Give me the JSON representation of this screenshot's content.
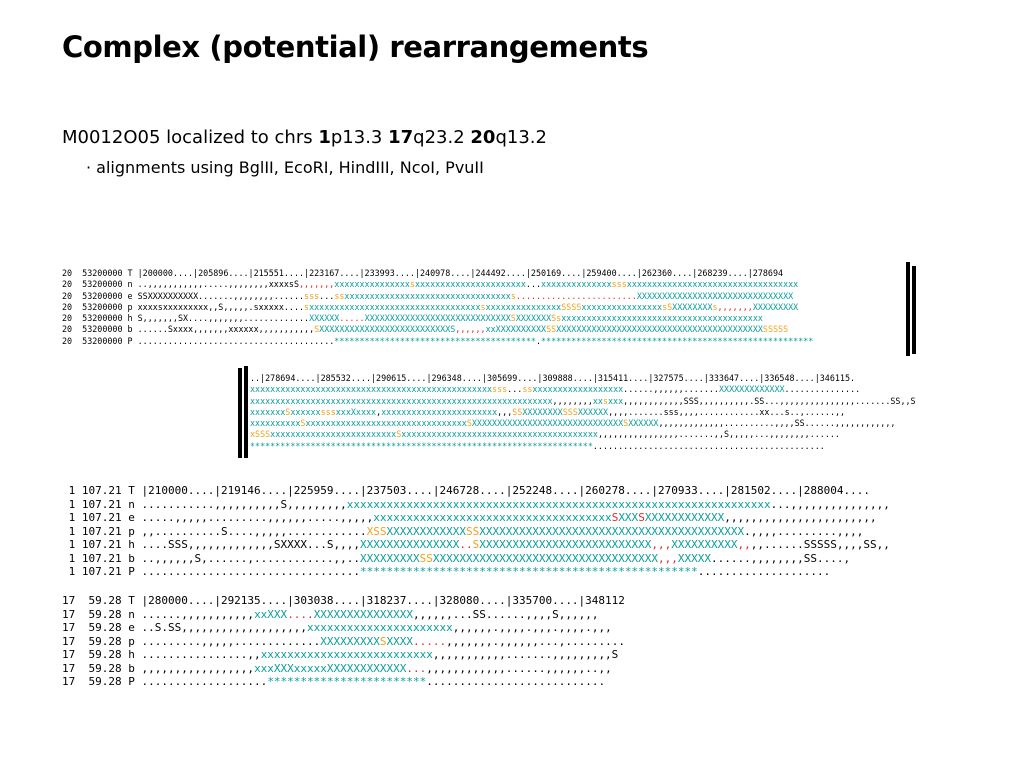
{
  "slide": {
    "title": "Complex (potential) rearrangements",
    "subtitle": {
      "prefix": "M0012O05 localized to chrs ",
      "chr1_num": "1",
      "chr1_band": "p13.3 ",
      "chr2_num": "17",
      "chr2_band": "q23.2 ",
      "chr3_num": "20",
      "chr3_band": "q13.2"
    },
    "bullet": "· alignments using BglII, EcoRI, HindIII, NcoI, PvuII"
  },
  "colors": {
    "match": "#0b9c9c",
    "partial": "#f0a21a",
    "conflict": "#e02a2a",
    "text": "#000000"
  },
  "blocks": {
    "chr20_left": [
      [
        [
          "20  53200000 T |200000....|205896....|215551....|223167....|233993....|240978....|244492....|250169....|259400....|262360....|268239....|278694",
          ""
        ]
      ],
      [
        [
          "20  53200000 n ..,,,,,,,,,,,.....,,,,,,,,xxxxsS",
          ""
        ],
        [
          ",,,,,,,",
          "r"
        ],
        [
          "xxxxxxxxxxxxxxx",
          "t"
        ],
        [
          "s",
          "o"
        ],
        [
          "xxxxxxxxxxxxxxxxxxxxxx",
          "t"
        ],
        [
          "...",
          ""
        ],
        [
          "xxxxxxxxxxxxxx",
          "t"
        ],
        [
          "sss",
          "o"
        ],
        [
          "xxxxxxxxxxxxxxxxxxxxxxxxxxxxxxxxxx",
          "t"
        ]
      ],
      [
        [
          "20  53200000 e SSXXXXXXXXXX.......,,,,,,,,......",
          ""
        ],
        [
          "sss",
          "o"
        ],
        [
          "...",
          ""
        ],
        [
          "ss",
          "o"
        ],
        [
          "xxxxxxxxxxxxxxxxxxxxxxxxxxxxxxxxx",
          "t"
        ],
        [
          "s",
          "o"
        ],
        [
          "........................",
          "r"
        ],
        [
          "XXXXXXXXXXXXXXXXXXXXXXXXXXXXXXX",
          "t"
        ]
      ],
      [
        [
          "20  53200000 p xxxxsxxxxxxxxx,,S,,,,,.sxxxxx....",
          ""
        ],
        [
          "s",
          "o"
        ],
        [
          "xxxxxxxxxxxxxxxxxxxxxxxxxxxxxxxxxx",
          "t"
        ],
        [
          "s",
          "o"
        ],
        [
          "xxxxxxxxxxxxxxx",
          "t"
        ],
        [
          "SSSS",
          "o"
        ],
        [
          "xxxxxxxxxxxxxxxx",
          "t"
        ],
        [
          "sS",
          "o"
        ],
        [
          "XXXXXXXX",
          "t"
        ],
        [
          "s",
          "o"
        ],
        [
          ",,,,,,,",
          "r"
        ],
        [
          "XXXXXXXXX",
          "t"
        ]
      ],
      [
        [
          "20  53200000 h S,,,,,,,SX....,,,,,,,.............",
          ""
        ],
        [
          "XXXXXX",
          "t"
        ],
        [
          ".....",
          "r"
        ],
        [
          "XXXXXXXXXXXXXXXXXXXXXXXXXXXXX",
          "t"
        ],
        [
          "S",
          "o"
        ],
        [
          "XXXXXXX",
          "t"
        ],
        [
          "Ss",
          "o"
        ],
        [
          "xxxxxxxxxxxxxxxxxxxxxxxxxxxxxxxxxxxxxxxx",
          "t"
        ]
      ],
      [
        [
          "20  53200000 b ......Sxxxx,,,,,,,xxxxxx,,,,,,,,,,,",
          ""
        ],
        [
          "S",
          "o"
        ],
        [
          "XXXXXXXXXXXXXXXXXXXXXXXXXXS",
          "t"
        ],
        [
          ",,,,,,",
          "r"
        ],
        [
          "xxXXXXXXXXXX",
          "t"
        ],
        [
          "SS",
          "o"
        ],
        [
          "XXXXXXXXXXXXXXXXXXXXXXXXXXXXXXXXXXXXXXXXX",
          "t"
        ],
        [
          "SSSSS",
          "o"
        ]
      ],
      [
        [
          "20  53200000 P .......................................",
          ""
        ],
        [
          "****************************************",
          "t"
        ],
        [
          ".",
          ""
        ],
        [
          "******************************************************",
          "t"
        ]
      ]
    ],
    "chr20_right": [
      [
        [
          "..|278694....|285532....|290615....|296348....|305699....|309888....|315411....|327575....|333647....|336548....|346115.",
          ""
        ]
      ],
      [
        [
          "xxxxxxxxxxxxxxxxxxxxxxxxxxxxxxxxxxxxxxxxxxxxxxxx",
          "t"
        ],
        [
          "sss",
          "o"
        ],
        [
          "...",
          ""
        ],
        [
          "ss",
          "o"
        ],
        [
          "xxxxxxxxxxxxxxxxxx",
          "t"
        ],
        [
          "......,,,,,,.......",
          ""
        ],
        [
          "XXXXXXXXXXXXX",
          "t"
        ],
        [
          "...............",
          ""
        ]
      ],
      [
        [
          "xxxxxxxxxxxxxxxxxxxxxxxxxxxxxxxxxxxxxxxxxxxxxxxxxxxxxxxxxxxx",
          "t"
        ],
        [
          ",,,,,,,,",
          ""
        ],
        [
          "xx",
          "t"
        ],
        [
          "s",
          "o"
        ],
        [
          "xxx",
          "t"
        ],
        [
          ",,,,,,,,,,,,SSS,,,,,,,,,,.SS...,,,,,,,,,,,,,,,.......SS,,S",
          ""
        ]
      ],
      [
        [
          "xxxxxxx",
          "t"
        ],
        [
          "S",
          "o"
        ],
        [
          "xxxxxx",
          "t"
        ],
        [
          "sss",
          "o"
        ],
        [
          "xxxXxxxx",
          "t"
        ],
        [
          ",",
          ""
        ],
        [
          "xxxxxxxxxxxxxxxxxxxxxxx",
          "t"
        ],
        [
          ",,,",
          ""
        ],
        [
          "SS",
          "o"
        ],
        [
          "XXXXXXXX",
          "t"
        ],
        [
          "SSS",
          "o"
        ],
        [
          "XXXXXX",
          "t"
        ],
        [
          ",,,,.......sss,,,,............xx...s..,......,,",
          ""
        ]
      ],
      [
        [
          "xxxxxxxxxx",
          "t"
        ],
        [
          "S",
          "o"
        ],
        [
          "xxxxxxxxxxxxxxxxxxxxxxxxxxxxxxxx",
          "t"
        ],
        [
          "S",
          "o"
        ],
        [
          "XXXXXXXXXXXXXXXXXXXXXXXXXXXXXX",
          "t"
        ],
        [
          "S",
          "o"
        ],
        [
          "XXXXXX",
          "t"
        ],
        [
          ",,,,,,,,,,,,,..........,,,,SS......,,,,,,,,,,,,",
          ""
        ]
      ],
      [
        [
          "xSSS",
          "o"
        ],
        [
          "xxxxxxxxxxxxxxxxxxxxxxxxx",
          "t"
        ],
        [
          "S",
          "o"
        ],
        [
          "xxxxxxxxxxxxxxxxxxxxxxxxxxxxxxxxxxxxxxx",
          "t"
        ],
        [
          ",,,,,,,,,,,,,,,,.......,,S,,,,,...,,,,,,,,......",
          ""
        ]
      ],
      [
        [
          "********************************************************************",
          "t"
        ],
        [
          "..............................................",
          ""
        ]
      ]
    ],
    "chr1": [
      [
        [
          " 1 107.21 T |210000....|219146....|225959....|237503....|246728....|252248....|260278....|270933....|281502....|288004....",
          ""
        ]
      ],
      [
        [
          " 1 107.21 n ...........,,,,,,,,,,S,,,,,,,,,",
          ""
        ],
        [
          "xxxxxxxxxxxxxxxxxxxxxxxxxxxxxxxxxxxxxxxxxxxxxxxxxxxxxxxxxxxxxxxx",
          "t"
        ],
        [
          "...,,,,,,,,,,,,,,,",
          ""
        ]
      ],
      [
        [
          " 1 107.21 e .....,,,,,.........,,,,,,.....,,,,,",
          ""
        ],
        [
          "xxxxxxxxxxxxxxxxxxxxxxxxxxxxxxxxxxxx",
          "t"
        ],
        [
          "S",
          "r"
        ],
        [
          "XXX",
          "t"
        ],
        [
          "S",
          "r"
        ],
        [
          "XXXXXXXXXXXX",
          "t"
        ],
        [
          ",,,,,,,,,,,,,,,,,,,,,,,",
          ""
        ]
      ],
      [
        [
          " 1 107.21 p ,,..........S....,,,,,............",
          ""
        ],
        [
          "XSS",
          "o"
        ],
        [
          "XXXXXXXXXXXX",
          "t"
        ],
        [
          "SS",
          "o"
        ],
        [
          "XXXXXXXXXXXXXXXXXXXXXXXXXXXXXXXXXXXXXXXX",
          "t"
        ],
        [
          ".,,,,.........,,,,",
          ""
        ]
      ],
      [
        [
          " 1 107.21 h ....SSS,,,,,,,,,,,,,SXXXX...S,,,,",
          ""
        ],
        [
          "XXXXXXXXXXXXXXX",
          "t"
        ],
        [
          "..",
          "r"
        ],
        [
          "S",
          "o"
        ],
        [
          "XXXXXXXXXXXXXXXXXXXXXXXXXX",
          "t"
        ],
        [
          ",,,",
          "r"
        ],
        [
          "XXXXXXXXXX",
          "t"
        ],
        [
          ",,",
          "r"
        ],
        [
          ",,......SSSSS,,,,SS,,",
          ""
        ]
      ],
      [
        [
          " 1 107.21 b ..,,,,,,S,......,............,,..",
          ""
        ],
        [
          "XXXXXXXXX",
          "t"
        ],
        [
          "SS",
          "o"
        ],
        [
          "XXXXXXXXXXXXXXXXXXXXXXXXXXXXXXXXXX",
          "t"
        ],
        [
          ",,,",
          "r"
        ],
        [
          "XXXXX",
          "t"
        ],
        [
          "......,,,,,,,,SS....,",
          ""
        ]
      ],
      [
        [
          " 1 107.21 P .................................",
          ""
        ],
        [
          "***************************************************",
          "t"
        ],
        [
          "....................",
          ""
        ]
      ]
    ],
    "chr17": [
      [
        [
          "17  59.28 T |280000....|292135....|303038....|318237....|328080....|335700....|348112",
          ""
        ]
      ],
      [
        [
          "17  59.28 n ......,,,,,,,,,,,",
          ""
        ],
        [
          "xxXXX",
          "t"
        ],
        [
          "....",
          "r"
        ],
        [
          "XXXXXXXXXXXXXXX",
          "t"
        ],
        [
          ",,,,,,...SS......,,,,S,,,,,,",
          ""
        ]
      ],
      [
        [
          "17  59.28 e ..S.SS,,,,,,,,,,,,,,,,,,,",
          ""
        ],
        [
          "xxxxxxxxxxxxxxxxxxxxxx",
          "t"
        ],
        [
          ",,,,,,.,,,,.,,,.,,,,.,,,",
          ""
        ]
      ],
      [
        [
          "17  59.28 p .........,,,,,.............",
          ""
        ],
        [
          "XXXXXXXXX",
          "t"
        ],
        [
          "S",
          "o"
        ],
        [
          "XXXX",
          "t"
        ],
        [
          ".....",
          "r"
        ],
        [
          ",,,,,,,.,,,,,,...,.........",
          ""
        ]
      ],
      [
        [
          "17  59.28 h ................,,",
          ""
        ],
        [
          "xxxxxxxxxxxxxxxxxxxxxxxxxx",
          "t"
        ],
        [
          ",,,,,,,,,,,.......,,,,,,,,,S",
          ""
        ]
      ],
      [
        [
          "17  59.28 b ,,,,,,,,,,,,,,,,,",
          ""
        ],
        [
          "xxxXXXxxxxxXXXXXXXXXXXX",
          "t"
        ],
        [
          "...",
          "r"
        ],
        [
          ",,,,,,,,,,,,......,,,,,,..,,",
          ""
        ]
      ],
      [
        [
          "17  59.28 P ...................",
          ""
        ],
        [
          "************************",
          "t"
        ],
        [
          "...........................",
          ""
        ]
      ]
    ]
  }
}
